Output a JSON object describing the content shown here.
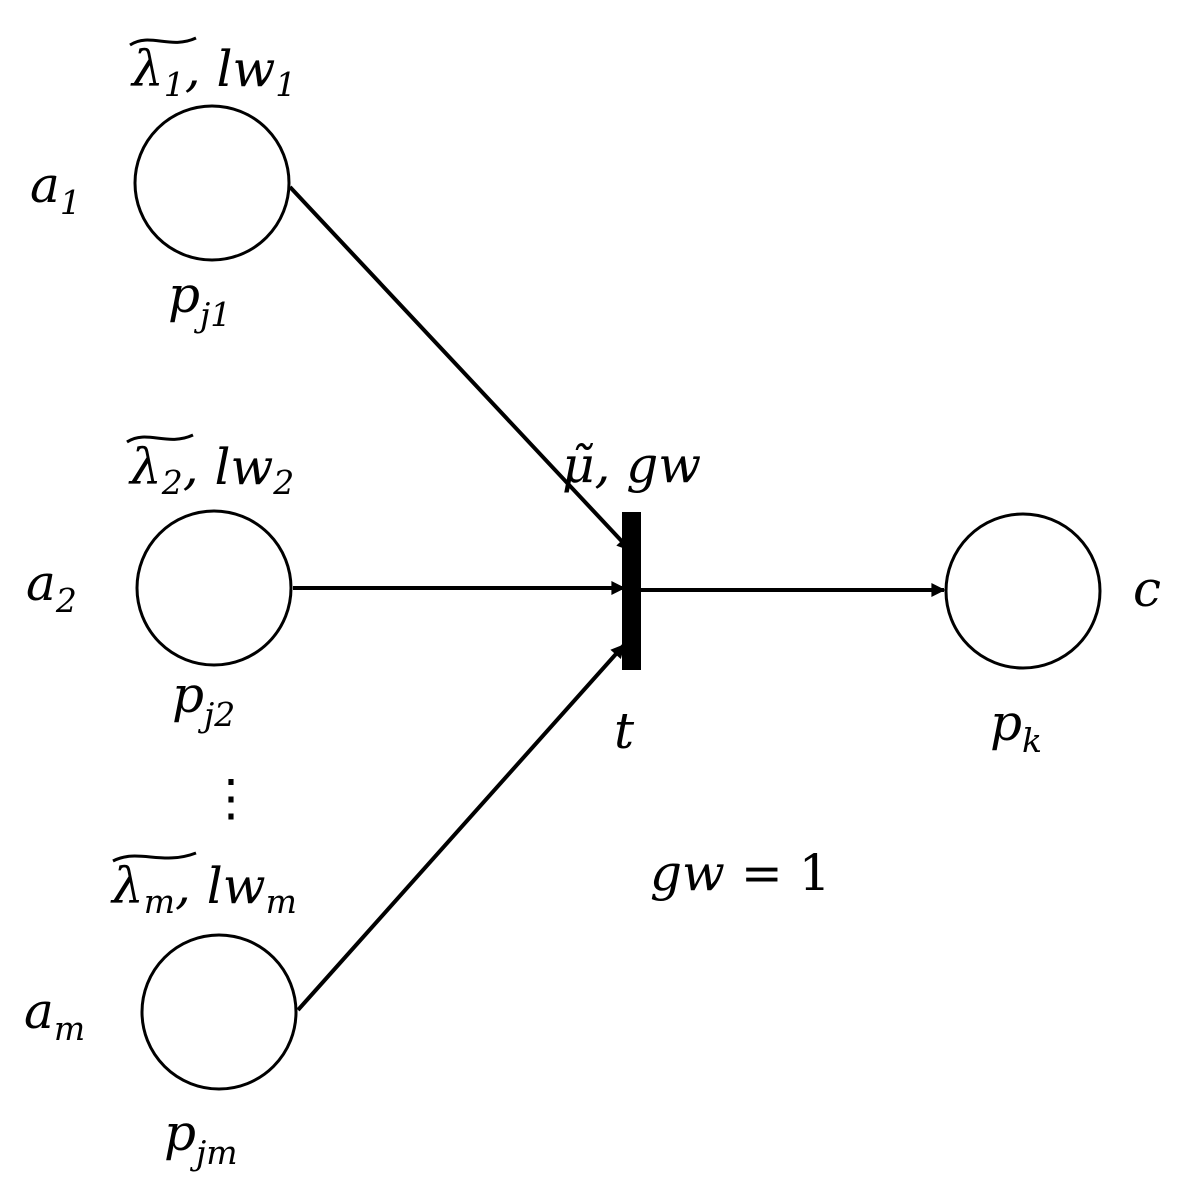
{
  "diagram": {
    "inputs": [
      {
        "place": "p",
        "place_sub": "j1",
        "var": "a",
        "var_sub": "1",
        "weight": "λ",
        "weight_sub": "1",
        "lw": "lw",
        "lw_sub": "1"
      },
      {
        "place": "p",
        "place_sub": "j2",
        "var": "a",
        "var_sub": "2",
        "weight": "λ",
        "weight_sub": "2",
        "lw": "lw",
        "lw_sub": "2"
      },
      {
        "place": "p",
        "place_sub": "jm",
        "var": "a",
        "var_sub": "m",
        "weight": "λ",
        "weight_sub": "m",
        "lw": "lw",
        "lw_sub": "m"
      }
    ],
    "transition": {
      "label": "t",
      "attr_mu": "μ̃",
      "attr_gw": "gw"
    },
    "output": {
      "place": "p",
      "place_sub": "k",
      "var": "c"
    },
    "ellipsis": "⋮",
    "note": {
      "lhs": "gw",
      "eq": "=",
      "rhs": "1"
    },
    "separator": ", "
  }
}
